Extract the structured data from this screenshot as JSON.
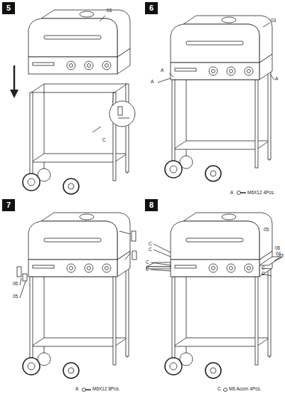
{
  "diagram": {
    "nodes": [
      {
        "text": [
          "5"
        ]
      },
      {
        "text": [
          "6"
        ]
      },
      {
        "text": [
          "7"
        ]
      },
      {
        "text": [
          "8"
        ]
      }
    ],
    "labels": [
      "03",
      "C",
      "03",
      "A",
      "A",
      "A",
      "A",
      "M6X12 4Pcs.",
      "05",
      "06",
      "06",
      "05",
      "A",
      "M6X12 8Pcs.",
      "C",
      "C",
      "C",
      "C",
      "C",
      "C",
      "04",
      "C",
      "M6 Acorn 4Pcs."
    ]
  }
}
